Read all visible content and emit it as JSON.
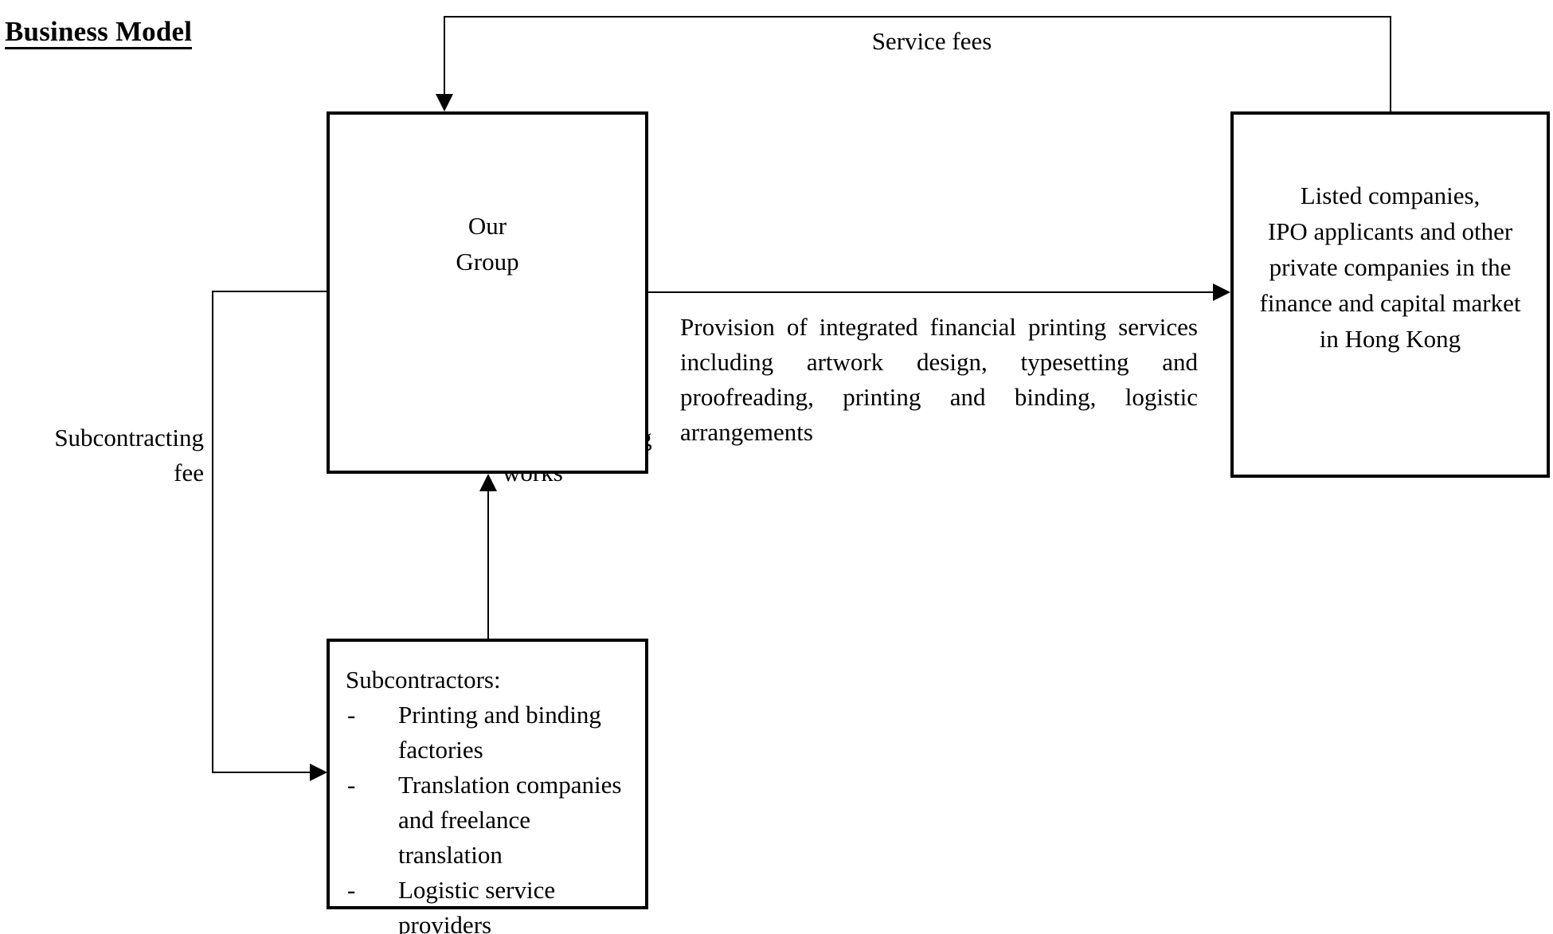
{
  "title": "Business Model",
  "nodes": {
    "our_group": {
      "label_line1": "Our",
      "label_line2": "Group"
    },
    "clients": {
      "line1": "Listed companies,",
      "line2": "IPO applicants and other",
      "line3": "private companies in the",
      "line4": "finance and capital market",
      "line5": "in Hong Kong"
    },
    "subcontractors": {
      "heading": "Subcontractors:",
      "items": [
        "Printing and binding factories",
        "Translation companies and freelance translation",
        "Logistic service providers"
      ],
      "bullet_marker": "-"
    }
  },
  "edges": {
    "service_fees": "Service fees",
    "provision": "Provision of integrated financial printing services including artwork design, typesetting and proofreading, printing and binding, logistic arrangements",
    "subcontracting_fee_line1": "Subcontracting",
    "subcontracting_fee_line2": "fee",
    "subcontracting_works_line1": "Subcontracting",
    "subcontracting_works_line2": "works"
  },
  "colors": {
    "ink": "#000000",
    "paper": "#ffffff"
  }
}
